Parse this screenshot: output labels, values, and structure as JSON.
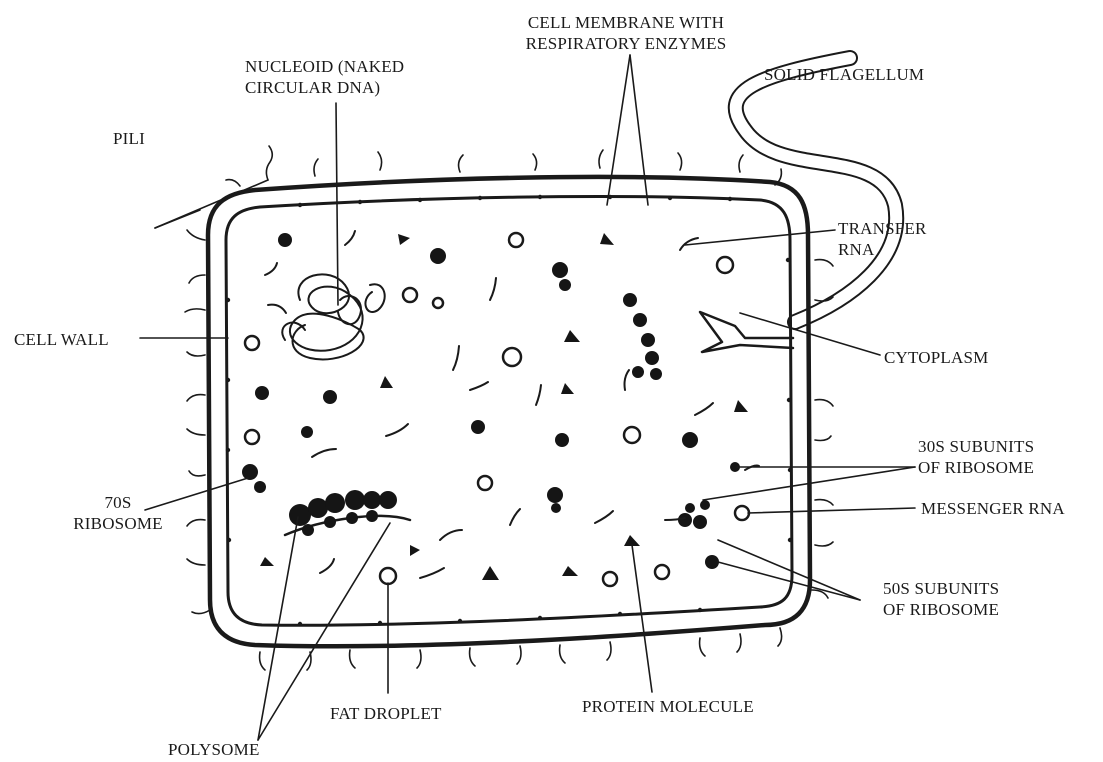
{
  "colors": {
    "ink": "#1a1a1a",
    "fill_dark": "#151515",
    "paper": "#ffffff"
  },
  "labels": {
    "cell_membrane": [
      "CELL MEMBRANE WITH",
      "RESPIRATORY ENZYMES"
    ],
    "nucleoid": [
      "NUCLEOID (NAKED",
      "CIRCULAR DNA)"
    ],
    "solid_flagellum": "SOLID FLAGELLUM",
    "pili": "PILI",
    "transfer_rna": [
      "TRANSFER",
      "RNA"
    ],
    "cell_wall": "CELL WALL",
    "cytoplasm": "CYTOPLASM",
    "subunits_30s": [
      "30S SUBUNITS",
      "OF RIBOSOME"
    ],
    "ribosome_70s": [
      "70S",
      "RIBOSOME"
    ],
    "messenger_rna": "MESSENGER RNA",
    "subunits_50s": [
      "50S SUBUNITS",
      "OF RIBOSOME"
    ],
    "fat_droplet": "FAT DROPLET",
    "protein_molecule": "PROTEIN MOLECULE",
    "polysome": "POLYSOME"
  }
}
